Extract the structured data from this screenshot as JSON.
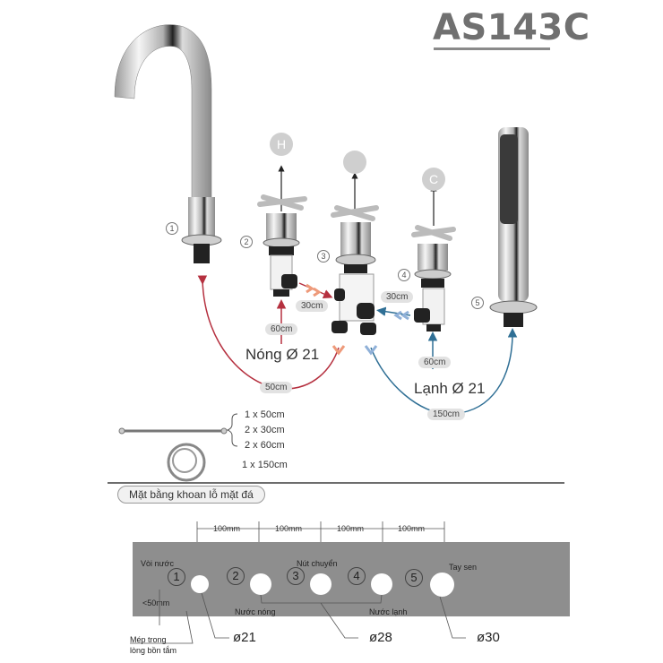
{
  "header": {
    "model": "AS143C"
  },
  "components": [
    {
      "id": "1",
      "name": "spout",
      "label": "1"
    },
    {
      "id": "2",
      "name": "hot-valve",
      "label": "2",
      "cap": "H"
    },
    {
      "id": "3",
      "name": "diverter",
      "label": "3",
      "cap": ""
    },
    {
      "id": "4",
      "name": "cold-valve",
      "label": "4",
      "cap": "C"
    },
    {
      "id": "5",
      "name": "hand-shower",
      "label": "5"
    }
  ],
  "hoses": {
    "hot_riser": "60cm",
    "hot_to_diverter": "30cm",
    "cold_to_diverter": "30cm",
    "cold_riser": "60cm",
    "diverter_to_spout": "50cm",
    "diverter_to_shower": "150cm"
  },
  "inlets": {
    "hot": "Nóng Ø 21",
    "cold": "Lạnh Ø 21"
  },
  "parts_list": {
    "braided": [
      "1 x 50cm",
      "2 x 30cm",
      "2 x 60cm"
    ],
    "shower_hose": "1 x 150cm"
  },
  "drilling": {
    "title": "Mặt bằng khoan lỗ mặt đá",
    "spacings": [
      "100mm",
      "100mm",
      "100mm",
      "100mm"
    ],
    "labels": {
      "spout": "Vòi nước",
      "diverter": "Nút chuyển",
      "shower": "Tay sen",
      "hot": "Nước nóng",
      "cold": "Nước lạnh",
      "edge_dist": "<50mm",
      "edge_line1": "Mép trong",
      "edge_line2": "lòng bồn tắm"
    },
    "holes": [
      "1",
      "2",
      "3",
      "4",
      "5"
    ],
    "diameters": [
      "ø21",
      "ø28",
      "ø30"
    ]
  },
  "colors": {
    "hot": "#b5303f",
    "cold": "#2f6f95",
    "plate": "#8e8e8e"
  }
}
